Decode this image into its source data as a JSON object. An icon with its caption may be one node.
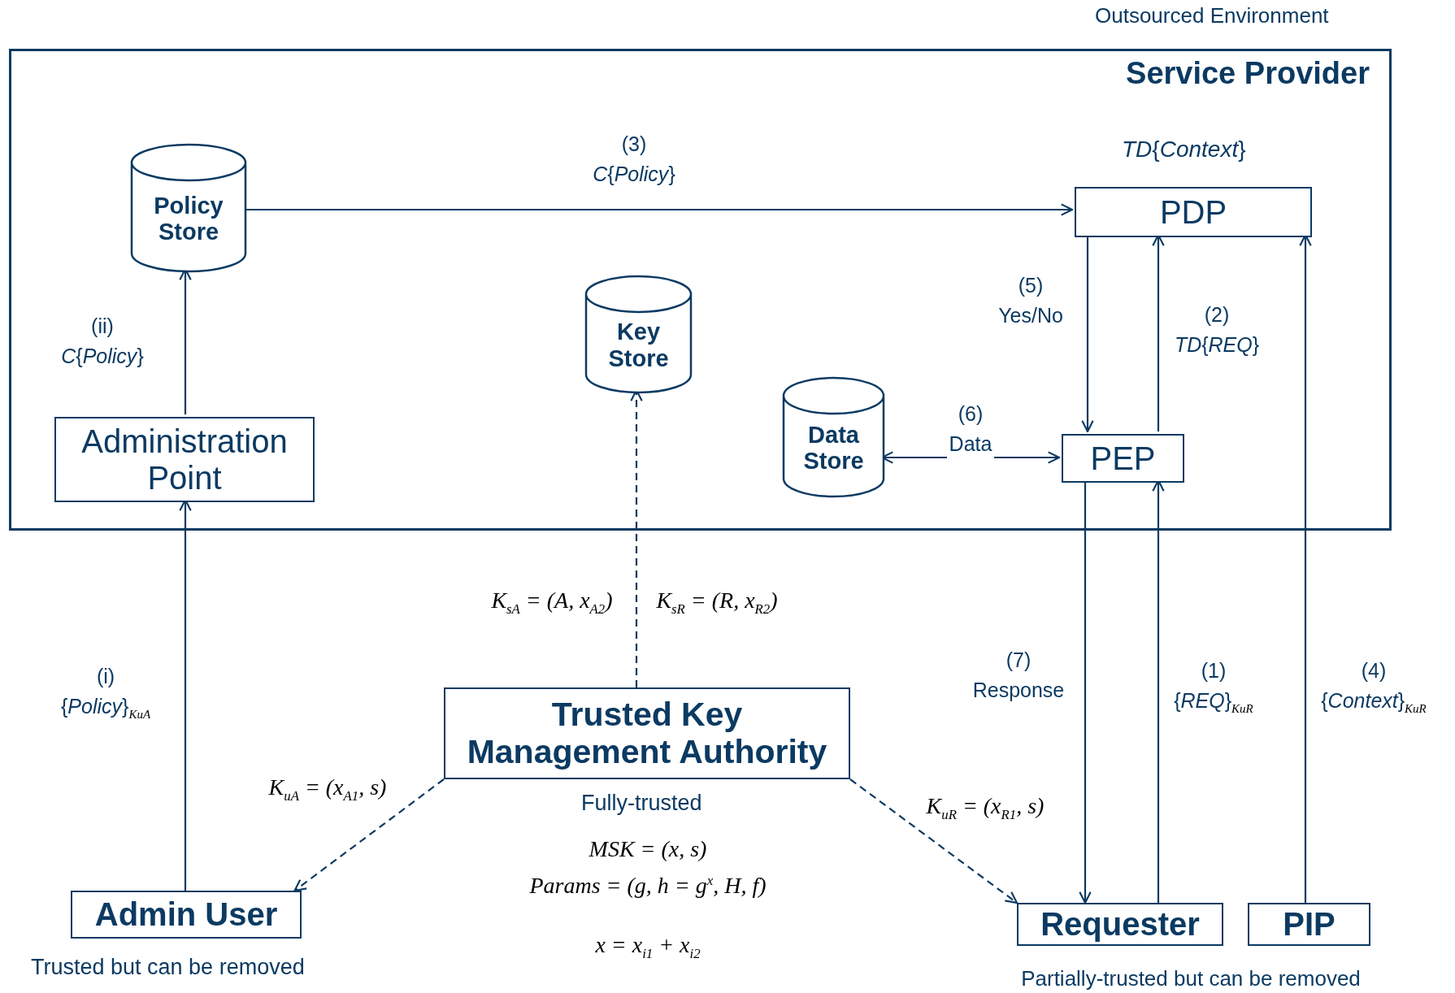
{
  "diagram": {
    "nodes": [
      {
        "text": [
          "Service Provider"
        ],
        "beside": [
          "Outsourced Environment"
        ]
      },
      {
        "text": [
          "Policy Store"
        ],
        "in": 0
      },
      {
        "text": [
          "Key Store"
        ],
        "in": 0
      },
      {
        "text": [
          "PDP"
        ],
        "in": 0,
        "beside": [
          "*TD*{*Context*}"
        ]
      },
      {
        "text": [
          "Data Store"
        ],
        "in": 0
      },
      {
        "text": [
          "PEP"
        ],
        "in": 0
      },
      {
        "text": [
          "Administration Point"
        ],
        "in": 0
      },
      {
        "text": [
          "Trusted Key Management Authority"
        ],
        "beside": [
          "Fully-trusted"
        ]
      },
      {
        "text": [
          "Admin User"
        ],
        "beside": [
          "Trusted but can be removed"
        ]
      },
      {
        "text": [
          "Requester"
        ]
      },
      {
        "text": [
          "PIP"
        ]
      }
    ],
    "edges": [
      {
        "from": 1,
        "to": 3,
        "arrow": "to",
        "label": "(3) *C*{*Policy*}"
      },
      {
        "from": 6,
        "to": 1,
        "arrow": "to",
        "label": "(ii) *C*{*Policy*}"
      },
      {
        "from": 8,
        "to": 6,
        "arrow": "to",
        "label": "(i) {*Policy*}$_{KuA}$"
      },
      {
        "from": 7,
        "to": 2,
        "arrow": "to",
        "style": "dashed"
      },
      {
        "from": 7,
        "to": 8,
        "arrow": "to",
        "style": "dashed",
        "label": "K$_{uA}$ = (x$_{A1}$, s)"
      },
      {
        "from": 7,
        "to": 9,
        "arrow": "to",
        "style": "dashed",
        "label": "K$_{uR}$ = (x$_{R1}$, s)"
      },
      {
        "from": 3,
        "to": 5,
        "arrow": "to",
        "label": "(5) Yes/No"
      },
      {
        "from": 5,
        "to": 3,
        "arrow": "to",
        "label": "(2) *TD*{*REQ*}"
      },
      {
        "from": 4,
        "to": 5,
        "arrow": "both",
        "label": "(6) Data"
      },
      {
        "from": 5,
        "to": 9,
        "arrow": "to",
        "label": "(7) Response"
      },
      {
        "from": 9,
        "to": 5,
        "arrow": "to",
        "label": "(1) {*REQ*}$_{KuR}$"
      },
      {
        "from": 10,
        "to": 3,
        "arrow": "to",
        "label": "(4) {*Context*}$_{KuR}$"
      }
    ],
    "labels": [
      "K$_{sA}$ = (A, x$_{A2}$)",
      "K$_{sR}$ = (R, x$_{R2}$)",
      "MSK = (x, s)",
      "Params = (g, h = g$^{x}$, H, f)",
      "x = x$_{i1}$ + x$_{i2}$",
      "Partially-trusted but can be removed"
    ]
  }
}
